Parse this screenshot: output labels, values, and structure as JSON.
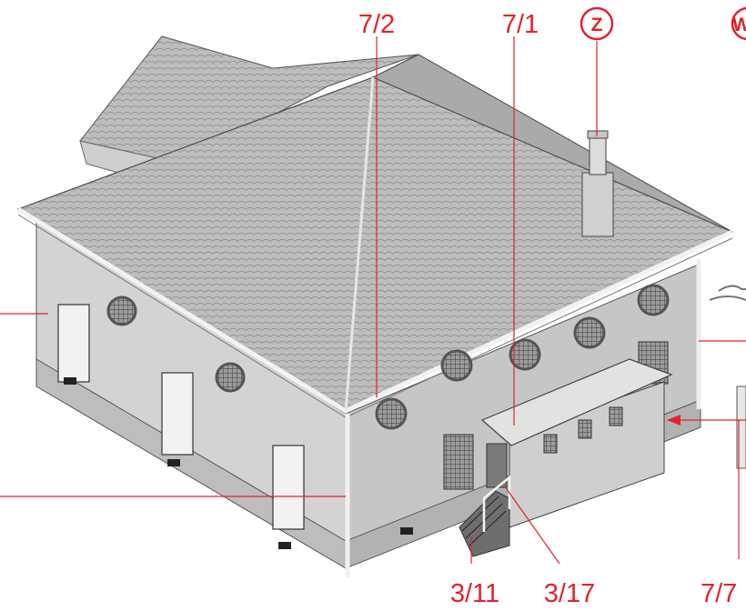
{
  "callouts": {
    "c72": "7/2",
    "c71": "7/1",
    "c311": "3/11",
    "c317": "3/17",
    "c77": "7/7",
    "markerZ": "Z",
    "markerW": "W"
  },
  "colors": {
    "accent": "#e2232a",
    "roof": "#b9b9b9",
    "wall": "#d2d2d2",
    "wallShade": "#bfbfbf",
    "outline": "#4a4a4a"
  }
}
